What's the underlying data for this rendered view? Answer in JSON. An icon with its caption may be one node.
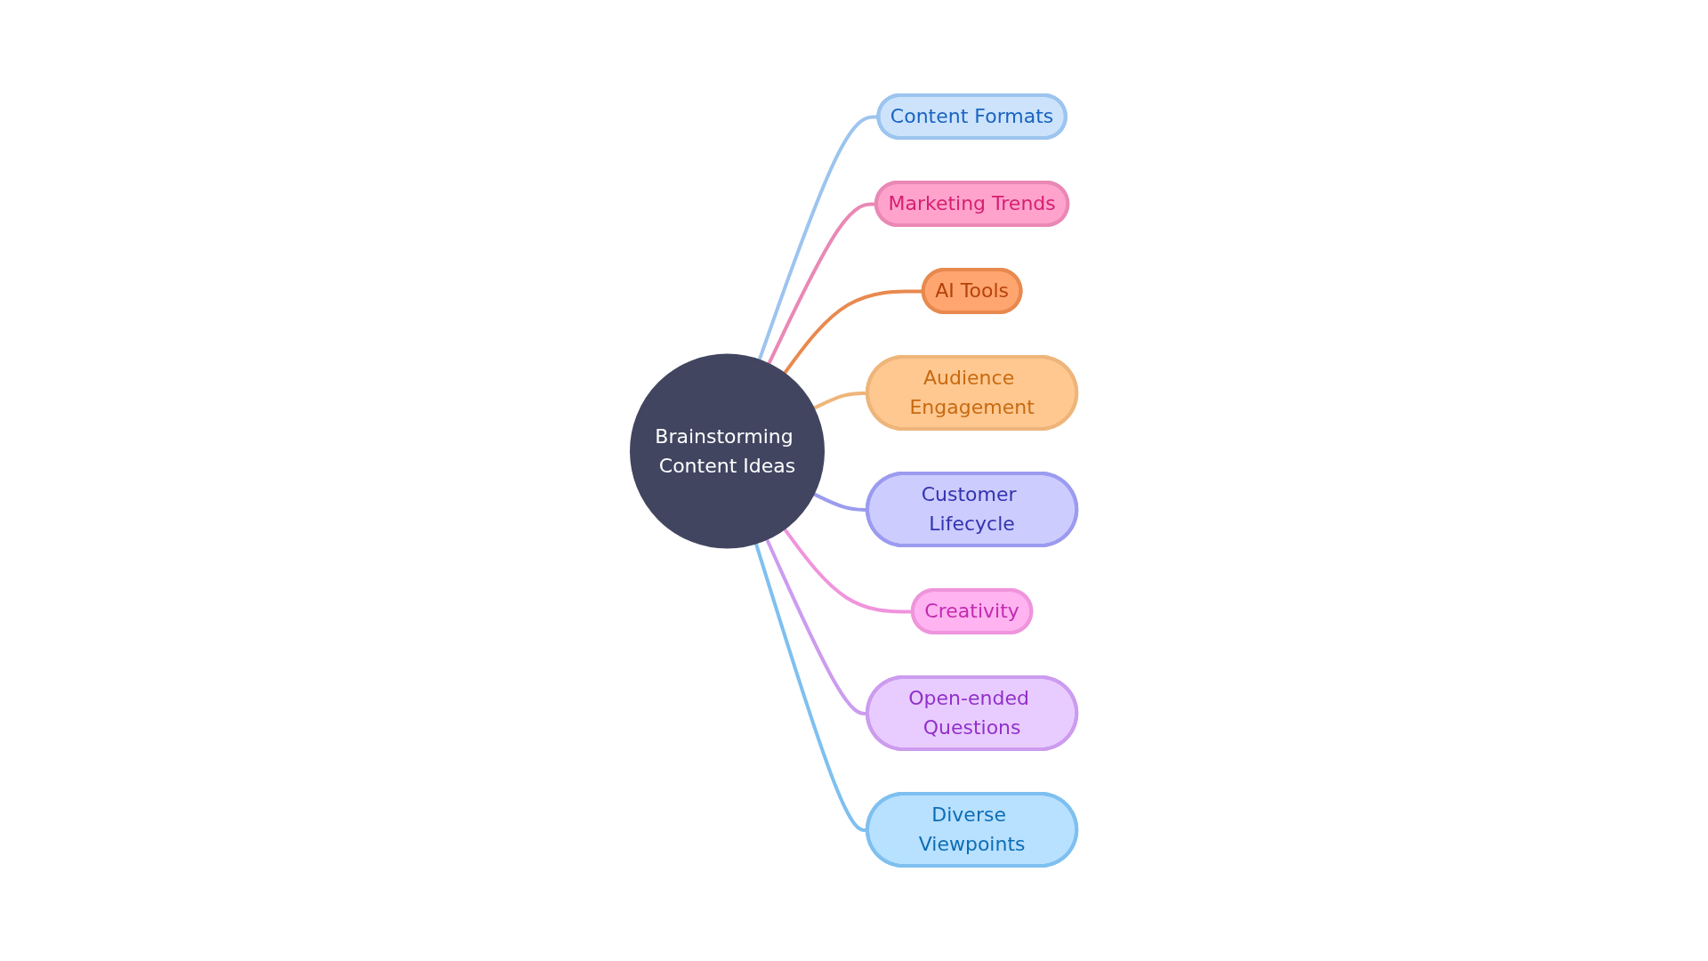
{
  "diagram": {
    "nodes": [
      {
        "text": [
          "Brainstorming Content Ideas"
        ]
      },
      {
        "text": [
          "Content Formats"
        ]
      },
      {
        "text": [
          "Marketing Trends"
        ]
      },
      {
        "text": [
          "AI Tools"
        ]
      },
      {
        "text": [
          "Audience Engagement"
        ]
      },
      {
        "text": [
          "Customer Lifecycle"
        ]
      },
      {
        "text": [
          "Creativity"
        ]
      },
      {
        "text": [
          "Open-ended Questions"
        ]
      },
      {
        "text": [
          "Diverse Viewpoints"
        ]
      }
    ],
    "edges": [
      {
        "from": 0,
        "to": 1,
        "arrow": "none",
        "color": "#9cc4ef"
      },
      {
        "from": 0,
        "to": 2,
        "arrow": "none",
        "color": "#ea88b5"
      },
      {
        "from": 0,
        "to": 3,
        "arrow": "none",
        "color": "#e8894f"
      },
      {
        "from": 0,
        "to": 4,
        "arrow": "none",
        "color": "#eeb57a"
      },
      {
        "from": 0,
        "to": 5,
        "arrow": "none",
        "color": "#9b9bef"
      },
      {
        "from": 0,
        "to": 6,
        "arrow": "none",
        "color": "#ef94dd"
      },
      {
        "from": 0,
        "to": 7,
        "arrow": "none",
        "color": "#cc9cef"
      },
      {
        "from": 0,
        "to": 8,
        "arrow": "none",
        "color": "#7ec0f0"
      }
    ]
  }
}
